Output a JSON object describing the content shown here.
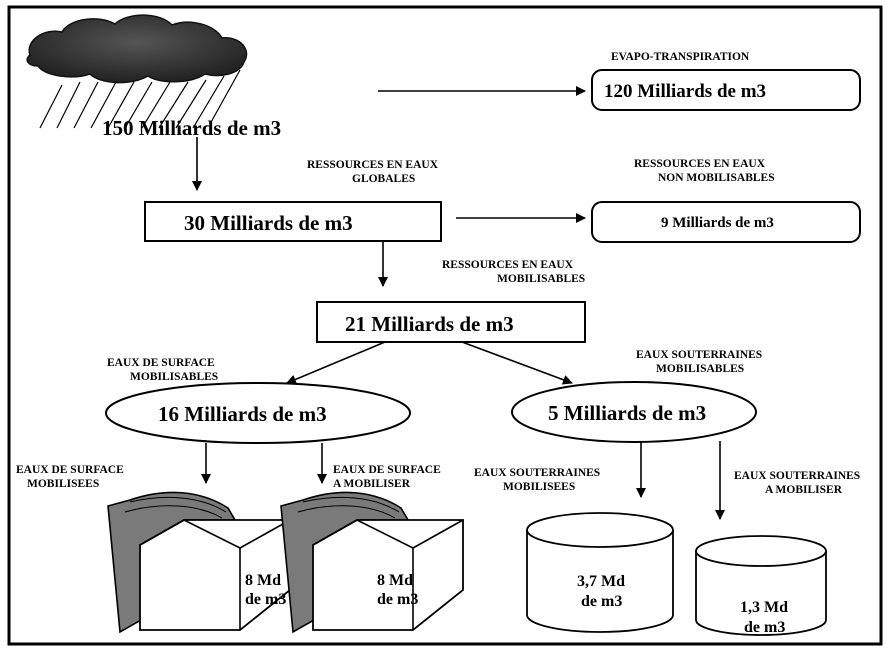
{
  "nodes": {
    "rain_total": "150 Milliards de m3",
    "evapo_value": "120 Milliards de m3",
    "global_value": "30 Milliards de m3",
    "non_mob_value": "9 Milliards de m3",
    "mob_value": "21 Milliards de m3",
    "surface_mob_value": "16 Milliards de m3",
    "ground_mob_value": "5 Milliards de m3"
  },
  "labels": {
    "evapo": "EVAPO-TRANSPIRATION",
    "global_line1": "RESSOURCES EN EAUX",
    "global_line2": "GLOBALES",
    "non_mob_line1": "RESSOURCES EN EAUX",
    "non_mob_line2": "NON MOBILISABLES",
    "mob_line1": "RESSOURCES EN EAUX",
    "mob_line2": "MOBILISABLES",
    "surface_mob_line1": "EAUX DE SURFACE",
    "surface_mob_line2": "MOBILISABLES",
    "ground_mob_line1": "EAUX SOUTERRAINES",
    "ground_mob_line2": "MOBILISABLES",
    "surface_used_line1": "EAUX DE SURFACE",
    "surface_used_line2": "MOBILISEES",
    "surface_todo_line1": "EAUX DE SURFACE",
    "surface_todo_line2": "A MOBILISER",
    "ground_used_line1": "EAUX SOUTERRAINES",
    "ground_used_line2": "MOBILISEES",
    "ground_todo_line1": "EAUX SOUTERRAINES",
    "ground_todo_line2": "A MOBILISER"
  },
  "volumes": {
    "dam1_line1": "8 Md",
    "dam1_line2": "de m3",
    "dam2_line1": "8 Md",
    "dam2_line2": "de m3",
    "tank1_line1": "3,7 Md",
    "tank1_line2": "de m3",
    "tank2_line1": "1,3 Md",
    "tank2_line2": "de m3"
  },
  "colors": {
    "cloud": "#3a3a3a",
    "dam_shade": "#7a7a7a",
    "line": "#000000"
  }
}
